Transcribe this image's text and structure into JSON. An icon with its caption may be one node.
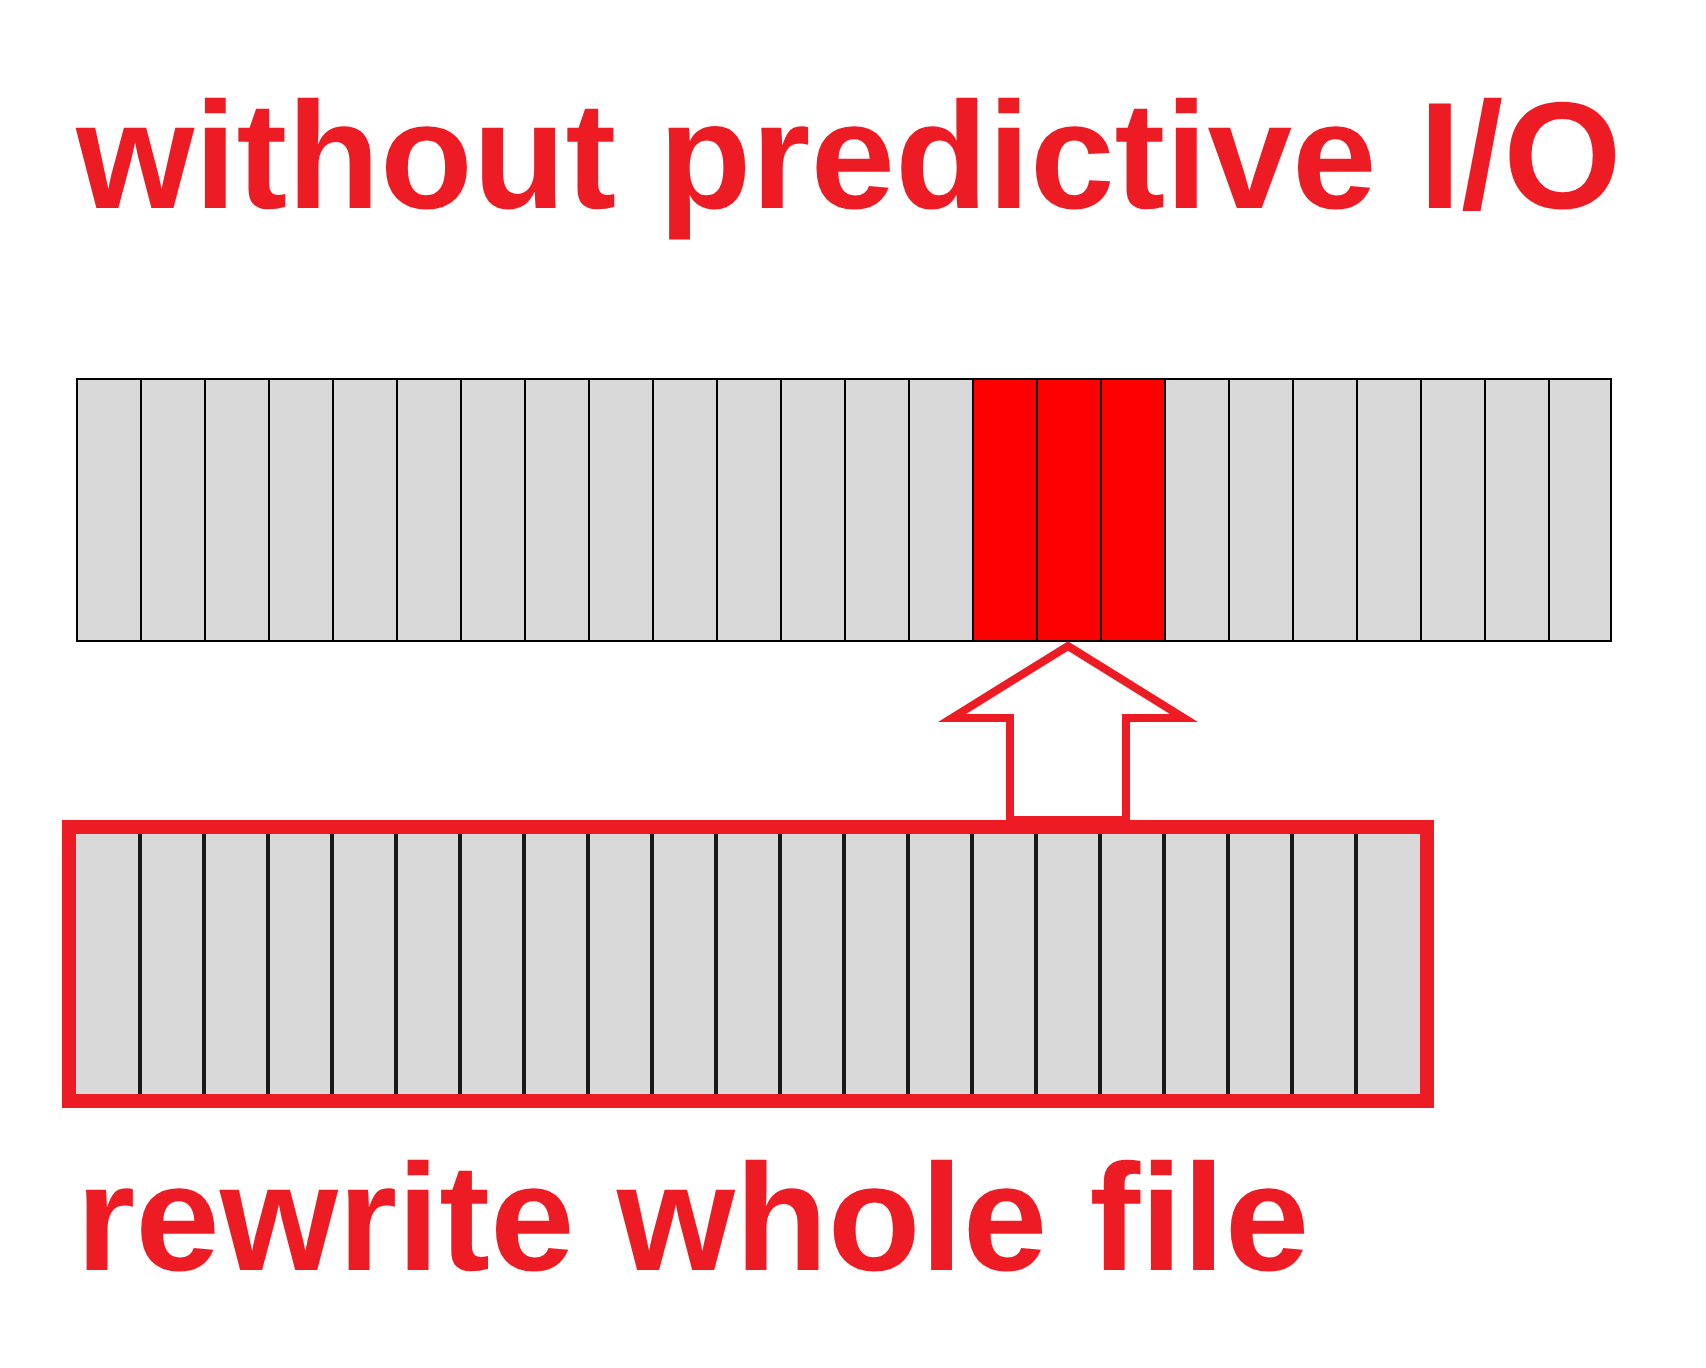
{
  "diagram": {
    "title": "without predictive I/O",
    "nodes": [
      {
        "text": [],
        "shape": "bar"
      },
      {
        "text": [],
        "shape": "bar",
        "in": 0
      },
      {
        "text": [
          "rewrite whole file"
        ]
      }
    ],
    "edges": [
      {
        "from": 2,
        "to": 1,
        "arrow": "to"
      }
    ]
  }
}
